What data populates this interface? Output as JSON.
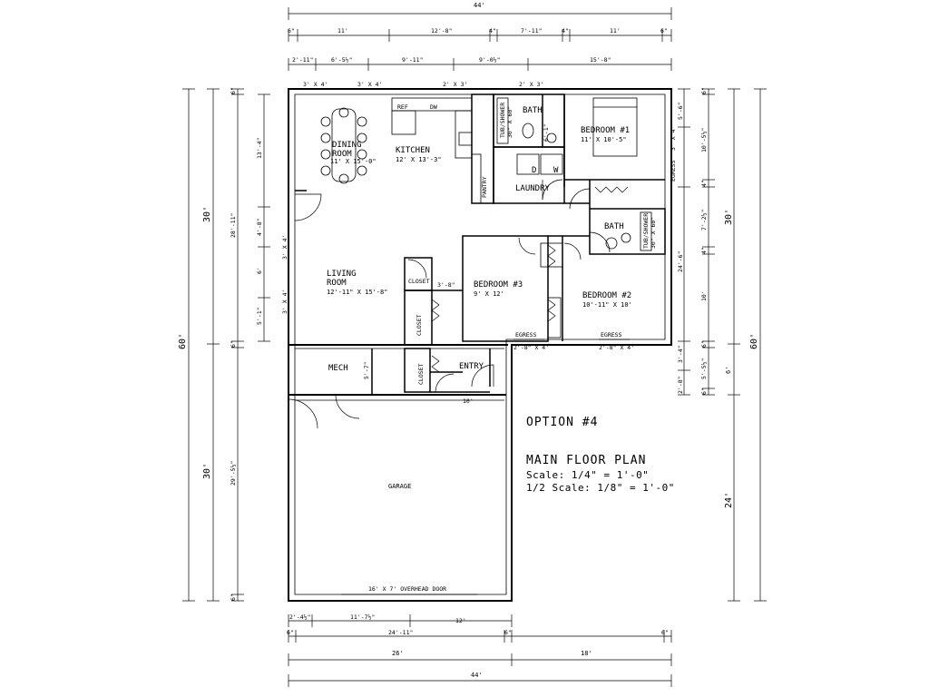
{
  "rooms": {
    "dining": {
      "name_line1": "DINING",
      "name_line2": "ROOM",
      "size": "11' X 15'-0\""
    },
    "kitchen": {
      "name": "KITCHEN",
      "size": "12' X 13'-3\""
    },
    "bath1": {
      "name": "BATH"
    },
    "bedroom1": {
      "name": "BEDROOM #1",
      "size": "11' X 10'-5\""
    },
    "laundry": {
      "name": "LAUNDRY"
    },
    "bath2": {
      "name": "BATH"
    },
    "living": {
      "name_line1": "LIVING",
      "name_line2": "ROOM",
      "size": "12'-11\" X 15'-8\""
    },
    "bedroom3": {
      "name": "BEDROOM #3",
      "size": "9' X 12'"
    },
    "bedroom2": {
      "name": "BEDROOM #2",
      "size": "10'-11\" X 10'"
    },
    "mech": {
      "name": "MECH"
    },
    "entry": {
      "name": "ENTRY"
    },
    "garage": {
      "name": "GARAGE"
    }
  },
  "labels": {
    "closet": "CLOSET",
    "pantry": "PANTRY",
    "refrigerator": "REF",
    "dishwasher": "DW",
    "washer": "W",
    "dryer": "D",
    "tub_shower": "TUB/SHOWER",
    "tub_size": "30\" X 60\"",
    "egress": "EGRESS",
    "overhead_door": "16' X 7' OVERHEAD DOOR",
    "mech_dim": "5'-7\"",
    "entry_dim": "10'",
    "closet_dim": "3'-8\"",
    "bath_dim": "6'-1\""
  },
  "windows": {
    "kitchen1": "3' X 4'",
    "kitchen2": "3' X 4'",
    "kitchen3": "2' X 3'",
    "bath1": "2' X 3'",
    "bed1_side": "3' X 4'",
    "living1": "3' X 4'",
    "living2": "3' X 4'",
    "bed3": "2'-8\" X 4'",
    "bed2": "2'-8\" X 4'"
  },
  "top_dims": {
    "overall": "44'",
    "row2": [
      "6\"",
      "11'",
      "12'-8\"",
      "4\"",
      "7'-11\"",
      "4\"",
      "11'",
      "6\""
    ],
    "row3": [
      "2'-11\"",
      "6'-5½\"",
      "9'-11\"",
      "9'-0½\"",
      "15'-8\""
    ]
  },
  "left_dims": {
    "overall": "60'",
    "upper": "30'",
    "lower": "30'",
    "house_span": "28'-11\"",
    "garage_span": "29'-5½\"",
    "segments": [
      "13'-4\"",
      "4'-8\"",
      "6'",
      "5'-1\""
    ],
    "wall_marks": [
      "6\"",
      "6\"",
      "6\"",
      "6\""
    ]
  },
  "right_dims": {
    "overall": "60'",
    "upper": "30'",
    "entry_strip": "6'",
    "garage": "24'",
    "house_span": "24'-6\"",
    "segments_a": [
      "5'-6\"",
      "3' X 4'",
      "EGRESS"
    ],
    "segments_b": [
      "10'-5½\"",
      "7'-2½\"",
      "10'"
    ],
    "segments_c": [
      "3'-4\"",
      "5'-5½\"",
      "2'-8\""
    ],
    "wall_marks": [
      "6\"",
      "4\"",
      "4\"",
      "6\"",
      "6\"",
      "6\"",
      "6\""
    ]
  },
  "bottom_dims": {
    "row1": [
      "2'-4½\"",
      "11'-7½\"",
      "12'"
    ],
    "row2": [
      "6\"",
      "24'-11\"",
      "6\"",
      "6\""
    ],
    "row3": [
      "26'",
      "18'"
    ],
    "overall": "44'"
  },
  "notes": {
    "option": "OPTION #4",
    "title": "MAIN FLOOR PLAN",
    "scale": "Scale: 1/4\" = 1'-0\"",
    "half_scale": "1/2 Scale: 1/8\" = 1'-0\""
  }
}
